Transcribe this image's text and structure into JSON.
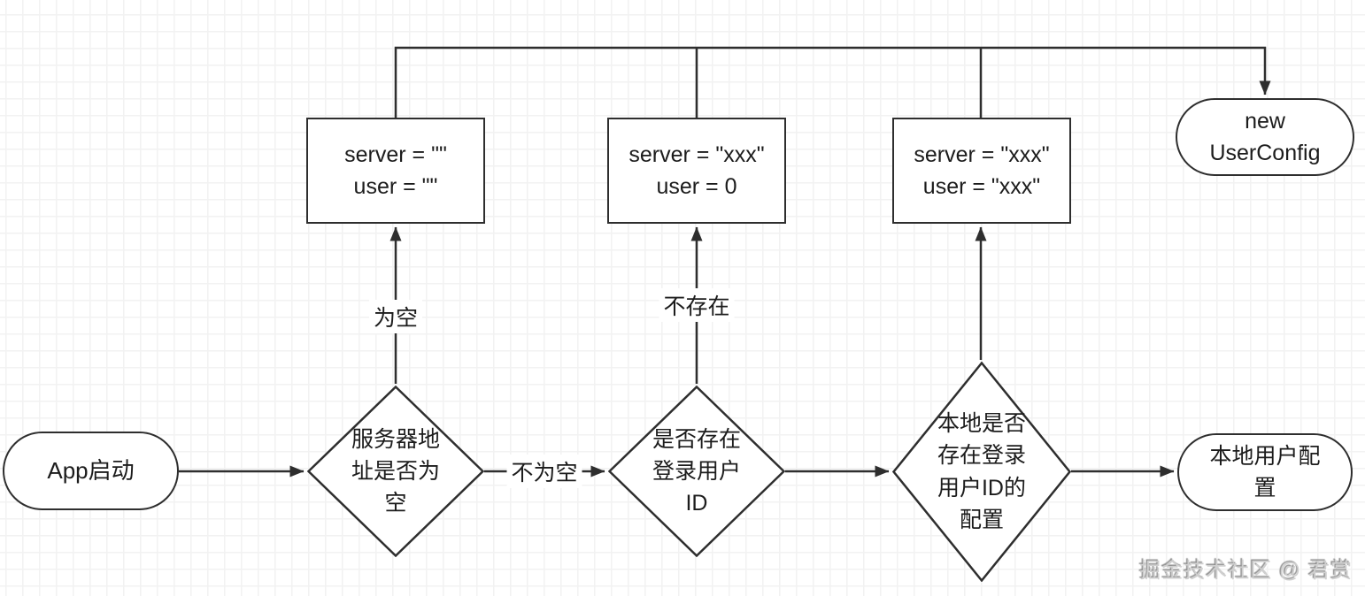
{
  "colors": {
    "stroke": "#2e2e2e",
    "text": "#1c1c1c",
    "node_fill": "#ffffff",
    "grid_minor": "#f2f2f2",
    "grid_major": "#dcdcdc",
    "watermark": "#cfcfcf"
  },
  "nodes": {
    "start": {
      "label": "App启动"
    },
    "decision_server_empty": {
      "lines": [
        "服务器地",
        "址是否为",
        "空"
      ]
    },
    "decision_login_user_id": {
      "lines": [
        "是否存在",
        "登录用户",
        "ID"
      ]
    },
    "decision_local_config": {
      "lines": [
        "本地是否",
        "存在登录",
        "用户ID的",
        "配置"
      ]
    },
    "assign_empty": {
      "lines": [
        "server = \"\"",
        "user = \"\""
      ]
    },
    "assign_user_zero": {
      "lines": [
        "server = \"xxx\"",
        "user = 0"
      ]
    },
    "assign_user_xxx": {
      "lines": [
        "server = \"xxx\"",
        "user = \"xxx\""
      ]
    },
    "new_user_config": {
      "lines": [
        "new",
        "UserConfig"
      ]
    },
    "local_user_config": {
      "lines": [
        "本地用户配",
        "置"
      ]
    }
  },
  "edge_labels": {
    "is_empty": "为空",
    "not_empty": "不为空",
    "not_exists": "不存在"
  },
  "watermark": "掘金技术社区 @ 君赏"
}
